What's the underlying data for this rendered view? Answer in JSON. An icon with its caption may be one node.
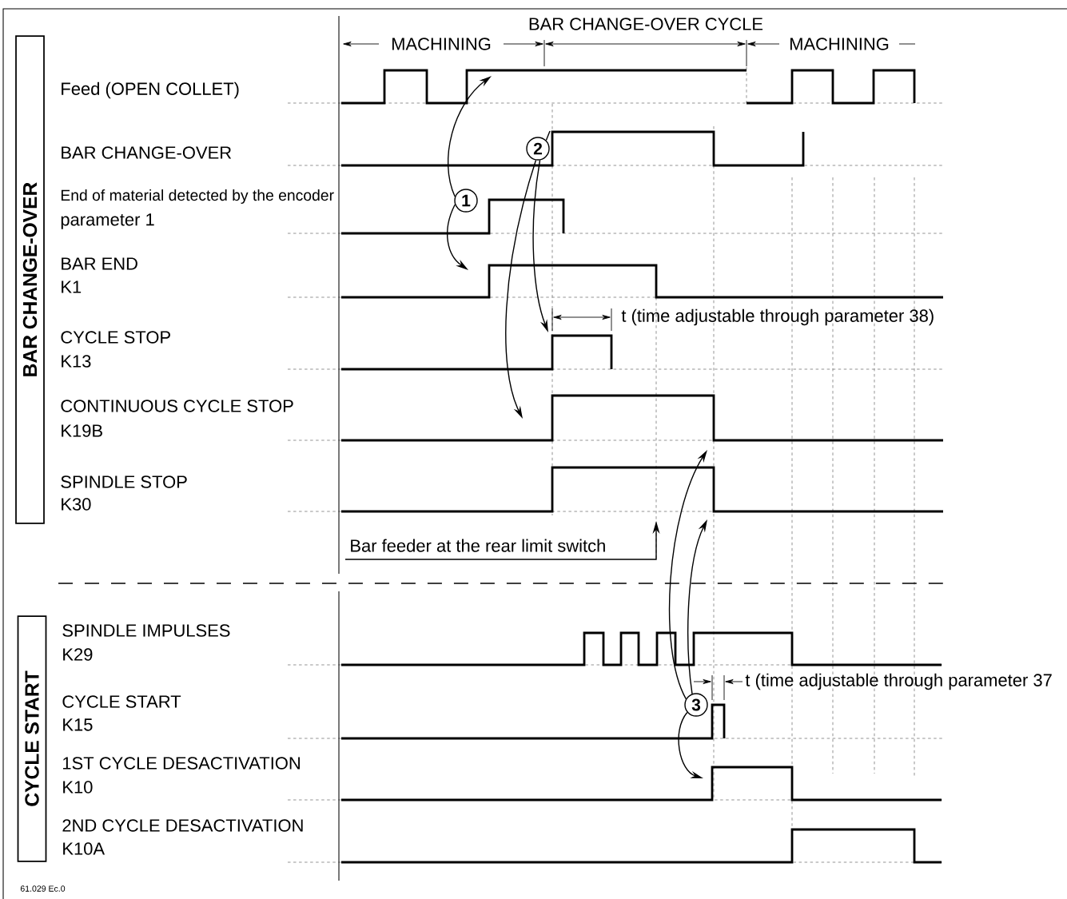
{
  "diagram": {
    "nodes": [
      {
        "text": [
          "BAR CHANGE-OVER"
        ]
      },
      {
        "text": [
          "CYCLE START"
        ]
      },
      {
        "text": [
          "1"
        ]
      },
      {
        "text": [
          "2"
        ]
      },
      {
        "text": [
          "3"
        ]
      },
      {
        "text": [
          "Bar feeder at the rear limit switch"
        ]
      }
    ],
    "edges": [
      {
        "from": 2,
        "to": null,
        "arrow": "to"
      },
      {
        "from": 2,
        "to": null,
        "arrow": "to"
      },
      {
        "from": 3,
        "to": null,
        "arrow": "none"
      },
      {
        "from": 3,
        "to": null,
        "arrow": "to"
      },
      {
        "from": 3,
        "to": null,
        "arrow": "to"
      },
      {
        "from": 4,
        "to": null,
        "arrow": "to"
      },
      {
        "from": 4,
        "to": null,
        "arrow": "to"
      },
      {
        "from": 4,
        "to": null,
        "arrow": "to"
      },
      {
        "from": 5,
        "to": null,
        "arrow": "to"
      }
    ],
    "labels": [
      "BAR CHANGE-OVER CYCLE",
      "MACHINING",
      "MACHINING",
      "Feed (OPEN COLLET)",
      "BAR CHANGE-OVER",
      "End of material detected by the encoder",
      "parameter 1",
      "BAR END",
      "K1",
      "t (time adjustable through parameter 38)",
      "CYCLE STOP",
      "K13",
      "CONTINUOUS CYCLE STOP",
      "K19B",
      "SPINDLE STOP",
      "K30",
      "SPINDLE IMPULSES",
      "K29",
      "t (time adjustable through parameter 37",
      "CYCLE START",
      "K15",
      "1ST CYCLE DESACTIVATION",
      "K10",
      "2ND CYCLE DESACTIVATION",
      "K10A",
      "61.029 Ec.0"
    ]
  }
}
